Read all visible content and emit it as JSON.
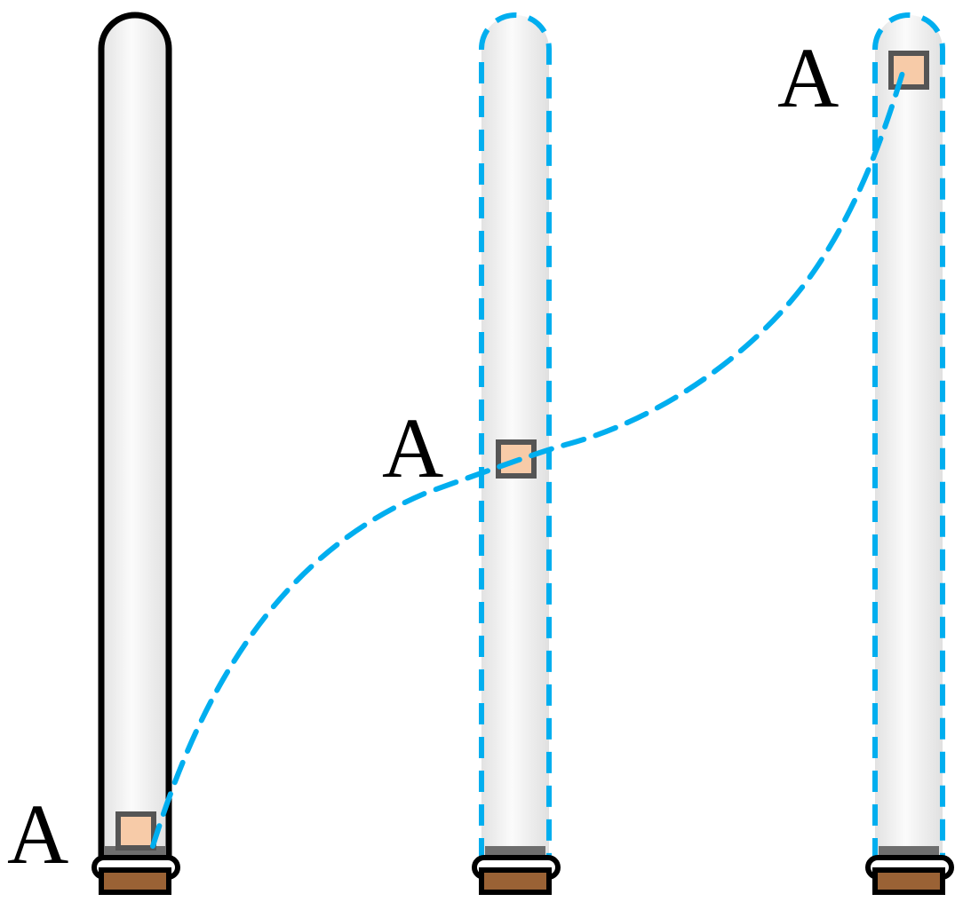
{
  "labels": {
    "a1": "A",
    "a2": "A",
    "a3": "A"
  },
  "colors": {
    "tube_outline": "#000000",
    "dashed_outline": "#00aeef",
    "trajectory": "#00aeef",
    "object_fill": "#f7cba8",
    "object_stroke": "#555555",
    "stopper": "#9a6235",
    "tube_fill": "#f3f3f3"
  }
}
